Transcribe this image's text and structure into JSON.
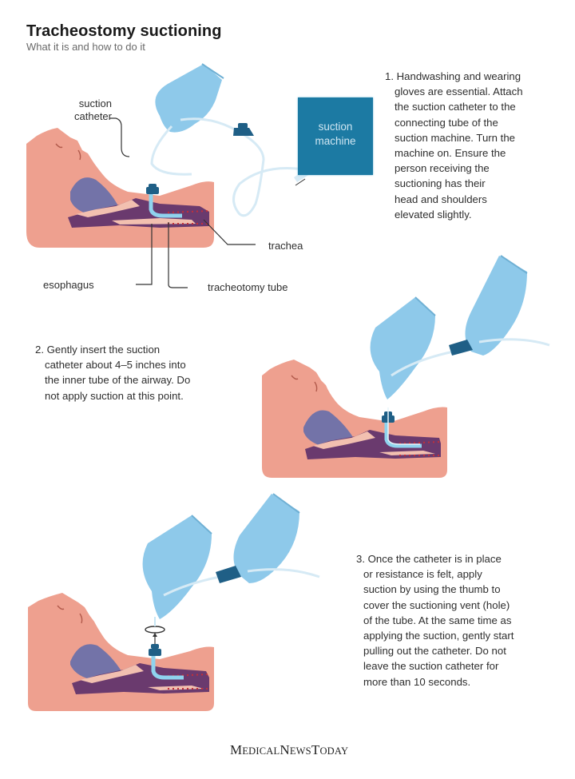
{
  "header": {
    "title": "Tracheostomy suctioning",
    "subtitle": "What it is and how to do it"
  },
  "steps": [
    {
      "number": "1.",
      "text": "Handwashing and wearing gloves are essential. Attach the suction catheter to the connecting tube of the suction machine. Turn the machine on. Ensure the person receiving the suctioning has their head and shoulders elevated slightly.",
      "lines": [
        "1. Handwashing and wearing",
        "gloves are essential. Attach",
        "the suction catheter to the",
        "connecting tube of the",
        "suction machine. Turn the",
        "machine on. Ensure the",
        "person receiving the",
        "suctioning has their",
        "head and shoulders",
        "elevated slightly."
      ]
    },
    {
      "number": "2.",
      "text": "Gently insert the suction catheter about 4–5 inches into the inner tube of the airway. Do not apply suction at this point.",
      "lines": [
        "2. Gently insert the suction",
        "catheter about 4–5 inches into",
        "the inner tube of the airway. Do",
        "not apply suction at this point."
      ]
    },
    {
      "number": "3.",
      "text": "Once the catheter is in place or resistance is felt, apply suction by using the thumb to cover the suctioning vent (hole) of the tube. At the same time as applying the suction, gently start pulling out the catheter. Do not leave the suction catheter for more than 10 seconds.",
      "lines": [
        "3. Once the catheter is in place",
        "or resistance is felt, apply",
        "suction by using the thumb to",
        "cover the suctioning vent (hole)",
        "of the tube. At the same time as",
        "applying the suction, gently start",
        "pulling out the catheter. Do not",
        "leave the suction catheter for",
        "more than 10 seconds."
      ]
    }
  ],
  "diagram_labels": {
    "suction_catheter_line1": "suction",
    "suction_catheter_line2": "catheter",
    "suction_machine_line1": "suction",
    "suction_machine_line2": "machine",
    "trachea": "trachea",
    "esophagus": "esophagus",
    "tracheotomy_tube": "tracheotomy tube"
  },
  "footer": {
    "logo_parts": [
      "M",
      "EDICAL",
      "N",
      "EWS",
      "T",
      "ODAY"
    ]
  },
  "colors": {
    "skin": "#eea08f",
    "glove": "#8ec9ea",
    "machine": "#1c7aa3",
    "tube_connector": "#1f5f86",
    "airway_dark": "#6a3a6e",
    "shadow_blue": "#4a64b0"
  }
}
